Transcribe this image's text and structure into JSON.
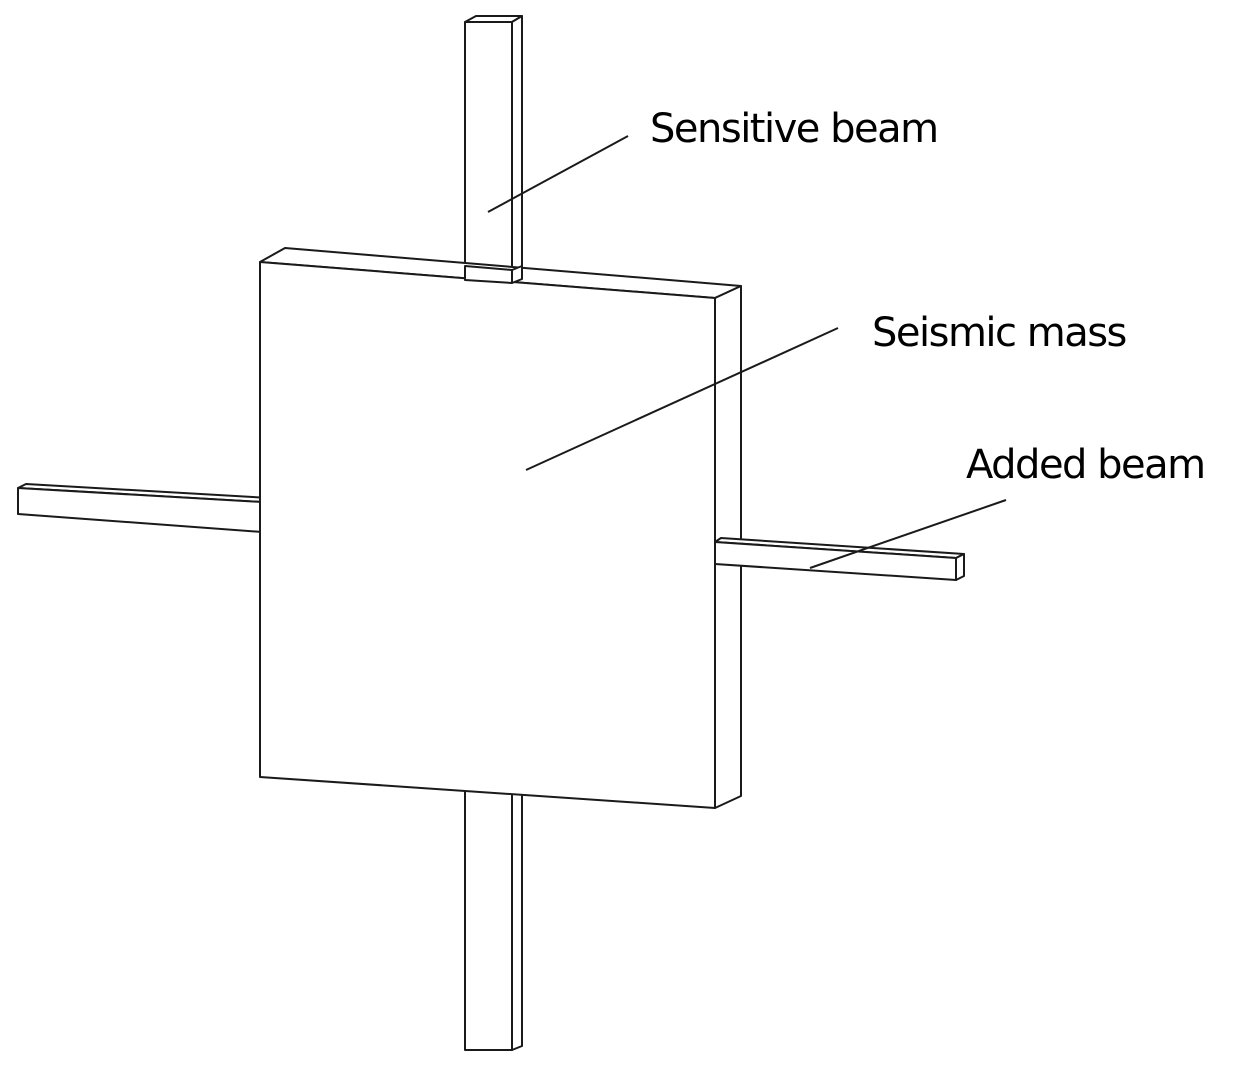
{
  "figure": {
    "labels": {
      "sensitive_beam": "Sensitive beam",
      "seismic_mass": "Seismic mass",
      "added_beam": "Added beam"
    },
    "colors": {
      "line": "#1a1a1a",
      "background": "#ffffff"
    }
  }
}
